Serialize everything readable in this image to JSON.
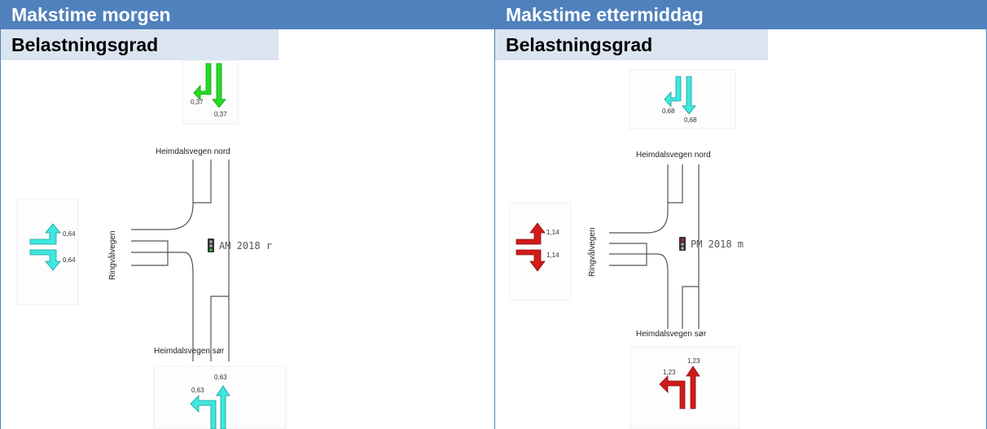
{
  "colors": {
    "header_bg": "#4f81bd",
    "subheader_bg": "#dbe5f1",
    "green": "#22dd22",
    "cyan": "#3ee8e0",
    "red": "#d11a1a"
  },
  "morning": {
    "title": "Makstime morgen",
    "subtitle": "Belastningsgrad",
    "road_north": "Heimdalsvegen nord",
    "road_south": "Heimdalsvegen sør",
    "road_west": "Ringvålvegen",
    "signal_label": "AM 2018 r",
    "north_approach": {
      "left": "0,37",
      "through": "0,37",
      "color": "green"
    },
    "west_approach": {
      "left": "0,64",
      "right": "0,64",
      "color": "cyan"
    },
    "south_approach": {
      "left": "0,63",
      "through": "0,63",
      "color": "cyan"
    }
  },
  "evening": {
    "title": "Makstime ettermiddag",
    "subtitle": "Belastningsgrad",
    "road_north": "Heimdalsvegen nord",
    "road_south": "Heimdalsvegen sør",
    "road_west": "Ringvålvegen",
    "signal_label": "PM 2018 m",
    "north_approach": {
      "left": "0,68",
      "through": "0,68",
      "color": "cyan"
    },
    "west_approach": {
      "left": "1,14",
      "right": "1,14",
      "color": "red"
    },
    "south_approach": {
      "left": "1,23",
      "through": "1,23",
      "color": "red"
    }
  }
}
